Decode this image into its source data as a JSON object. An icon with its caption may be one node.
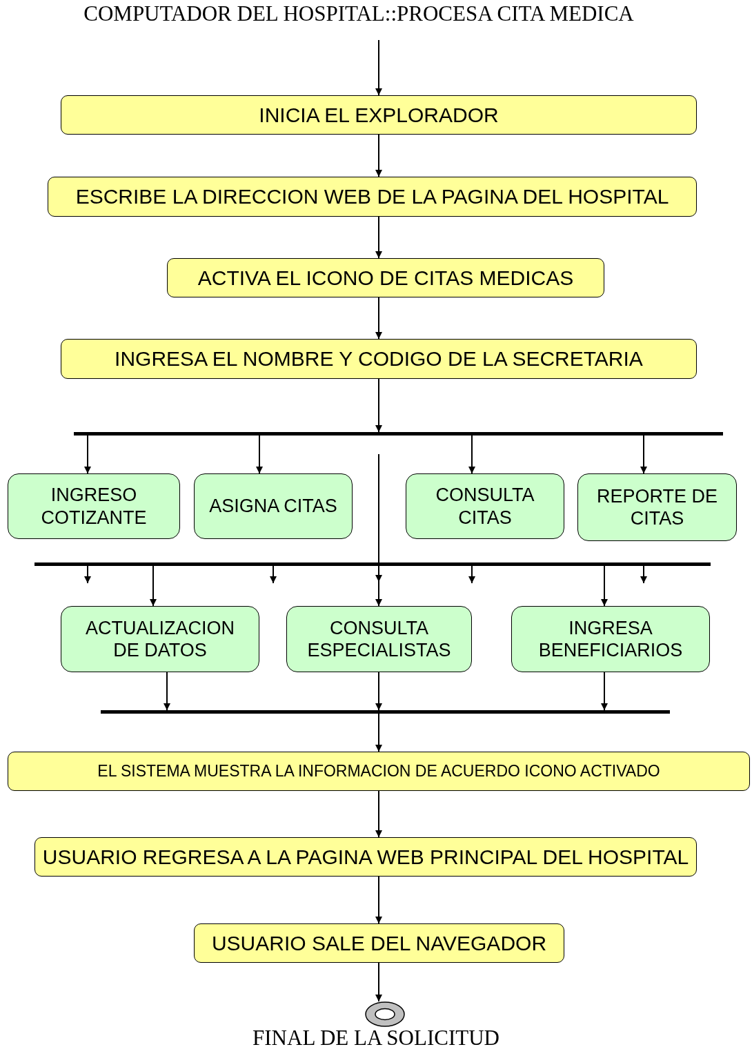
{
  "diagram": {
    "title": "COMPUTADOR DEL HOSPITAL::PROCESA CITA MEDICA",
    "nodes": [
      {
        "text": [
          "INICIA EL EXPLORADOR"
        ]
      },
      {
        "text": [
          "ESCRIBE LA DIRECCION WEB DE LA PAGINA DEL HOSPITAL"
        ]
      },
      {
        "text": [
          "ACTIVA EL ICONO DE CITAS MEDICAS"
        ]
      },
      {
        "text": [
          "INGRESA EL NOMBRE Y CODIGO DE LA SECRETARIA"
        ]
      },
      {
        "text": [],
        "shape": "bar"
      },
      {
        "text": [
          "INGRESO COTIZANTE"
        ]
      },
      {
        "text": [
          "ASIGNA CITAS"
        ]
      },
      {
        "text": [
          "CONSULTA CITAS"
        ]
      },
      {
        "text": [
          "REPORTE DE CITAS"
        ]
      },
      {
        "text": [],
        "shape": "bar"
      },
      {
        "text": [
          "ACTUALIZACION DE DATOS"
        ]
      },
      {
        "text": [
          "CONSULTA ESPECIALISTAS"
        ]
      },
      {
        "text": [
          "INGRESA BENEFICIARIOS"
        ]
      },
      {
        "text": [],
        "shape": "bar"
      },
      {
        "text": [
          "EL SISTEMA MUESTRA LA INFORMACION DE ACUERDO ICONO ACTIVADO"
        ]
      },
      {
        "text": [
          "USUARIO REGRESA A LA PAGINA WEB PRINCIPAL DEL HOSPITAL"
        ]
      },
      {
        "text": [
          "USUARIO SALE DEL NAVEGADOR"
        ]
      },
      {
        "text": [],
        "shape": "circle",
        "beside": [
          "FINAL DE LA SOLICITUD"
        ]
      }
    ],
    "edges": [
      {
        "from": null,
        "to": 0,
        "arrow": "to"
      },
      {
        "from": 0,
        "to": 1,
        "arrow": "to"
      },
      {
        "from": 1,
        "to": 2,
        "arrow": "to"
      },
      {
        "from": 2,
        "to": 3,
        "arrow": "to"
      },
      {
        "from": 3,
        "to": 4,
        "arrow": "to"
      },
      {
        "from": 4,
        "to": 5,
        "arrow": "to"
      },
      {
        "from": 4,
        "to": 6,
        "arrow": "to"
      },
      {
        "from": 4,
        "to": 7,
        "arrow": "to"
      },
      {
        "from": 4,
        "to": 8,
        "arrow": "to"
      },
      {
        "from": null,
        "to": 11,
        "arrow": "to"
      },
      {
        "from": 9,
        "to": null,
        "arrow": "to"
      },
      {
        "from": 9,
        "to": null,
        "arrow": "to"
      },
      {
        "from": 9,
        "to": null,
        "arrow": "to"
      },
      {
        "from": 9,
        "to": null,
        "arrow": "to"
      },
      {
        "from": 9,
        "to": 10,
        "arrow": "to"
      },
      {
        "from": 9,
        "to": 12,
        "arrow": "to"
      },
      {
        "from": 10,
        "to": 13,
        "arrow": "to"
      },
      {
        "from": 11,
        "to": 13,
        "arrow": "to"
      },
      {
        "from": 12,
        "to": 13,
        "arrow": "to"
      },
      {
        "from": 13,
        "to": 14,
        "arrow": "to"
      },
      {
        "from": 14,
        "to": 15,
        "arrow": "to"
      },
      {
        "from": 15,
        "to": 16,
        "arrow": "to"
      },
      {
        "from": 16,
        "to": 17,
        "arrow": "to"
      }
    ]
  }
}
